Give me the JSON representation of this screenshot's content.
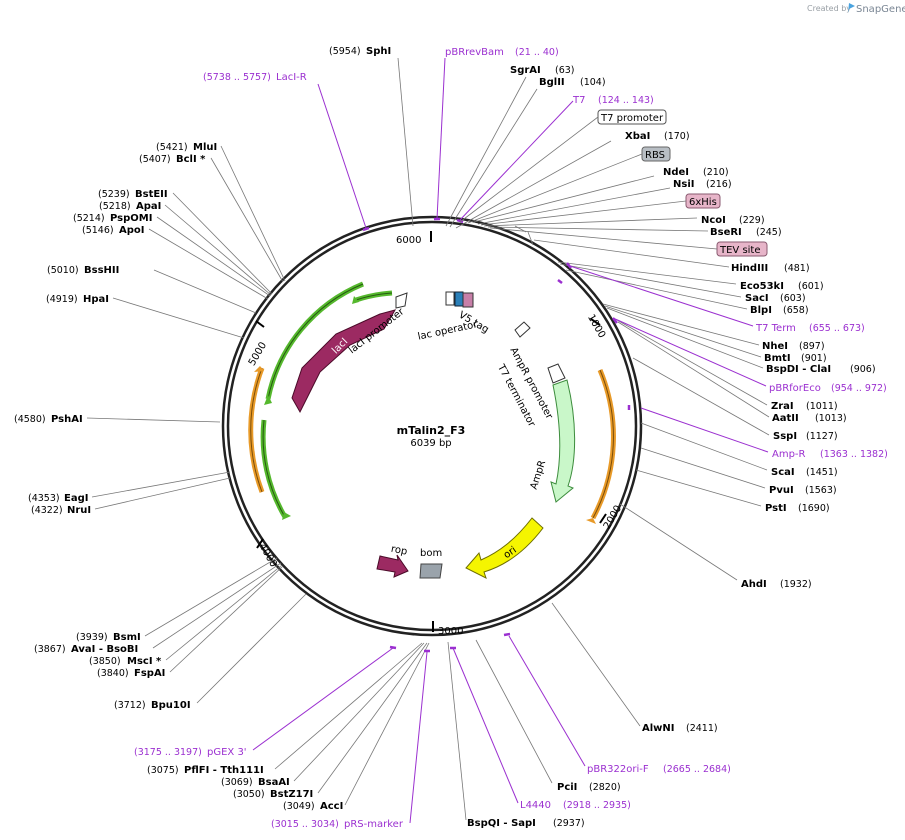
{
  "credit": {
    "prefix": "Created by",
    "brand": "SnapGene"
  },
  "plasmid": {
    "name": "mTalin2_F3",
    "length_label": "6039 bp",
    "length": 6039
  },
  "ticks": [
    "1000",
    "2000",
    "3000",
    "4000",
    "5000",
    "6000"
  ],
  "sites": [
    {
      "name": "SphI",
      "pos": "(5954)"
    },
    {
      "name": "SgrAI",
      "pos": "(63)"
    },
    {
      "name": "BglII",
      "pos": "(104)"
    },
    {
      "name": "XbaI",
      "pos": "(170)"
    },
    {
      "name": "NdeI",
      "pos": "(210)"
    },
    {
      "name": "NsiI",
      "pos": "(216)"
    },
    {
      "name": "NcoI",
      "pos": "(229)"
    },
    {
      "name": "BseRI",
      "pos": "(245)"
    },
    {
      "name": "HindIII",
      "pos": "(481)"
    },
    {
      "name": "Eco53kI",
      "pos": "(601)"
    },
    {
      "name": "SacI",
      "pos": "(603)"
    },
    {
      "name": "BlpI",
      "pos": "(658)"
    },
    {
      "name": "NheI",
      "pos": "(897)"
    },
    {
      "name": "BmtI",
      "pos": "(901)"
    },
    {
      "name": "BspDI - ClaI",
      "pos": "(906)"
    },
    {
      "name": "ZraI",
      "pos": "(1011)"
    },
    {
      "name": "AatII",
      "pos": "(1013)"
    },
    {
      "name": "SspI",
      "pos": "(1127)"
    },
    {
      "name": "ScaI",
      "pos": "(1451)"
    },
    {
      "name": "PvuI",
      "pos": "(1563)"
    },
    {
      "name": "PstI",
      "pos": "(1690)"
    },
    {
      "name": "AhdI",
      "pos": "(1932)"
    },
    {
      "name": "AlwNI",
      "pos": "(2411)"
    },
    {
      "name": "PciI",
      "pos": "(2820)"
    },
    {
      "name": "BspQI - SapI",
      "pos": "(2937)"
    },
    {
      "name": "AccI",
      "pos": "(3049)"
    },
    {
      "name": "BstZ17I",
      "pos": "(3050)"
    },
    {
      "name": "BsaAI",
      "pos": "(3069)"
    },
    {
      "name": "PflFI - Tth111I",
      "pos": "(3075)"
    },
    {
      "name": "Bpu10I",
      "pos": "(3712)"
    },
    {
      "name": "FspAI",
      "pos": "(3840)"
    },
    {
      "name": "MscI *",
      "pos": "(3850)"
    },
    {
      "name": "AvaI - BsoBI",
      "pos": "(3867)"
    },
    {
      "name": "BsmI",
      "pos": "(3939)"
    },
    {
      "name": "NruI",
      "pos": "(4322)"
    },
    {
      "name": "EagI",
      "pos": "(4353)"
    },
    {
      "name": "PshAI",
      "pos": "(4580)"
    },
    {
      "name": "HpaI",
      "pos": "(4919)"
    },
    {
      "name": "BssHII",
      "pos": "(5010)"
    },
    {
      "name": "ApoI",
      "pos": "(5146)"
    },
    {
      "name": "PspOMI",
      "pos": "(5214)"
    },
    {
      "name": "ApaI",
      "pos": "(5218)"
    },
    {
      "name": "BstEII",
      "pos": "(5239)"
    },
    {
      "name": "BclI *",
      "pos": "(5407)"
    },
    {
      "name": "MluI",
      "pos": "(5421)"
    }
  ],
  "primers": [
    {
      "name": "pBRrevBam",
      "pos": "(21 .. 40)"
    },
    {
      "name": "T7",
      "pos": "(124 .. 143)"
    },
    {
      "name": "T7 Term",
      "pos": "(655 .. 673)"
    },
    {
      "name": "pBRforEco",
      "pos": "(954 .. 972)"
    },
    {
      "name": "Amp-R",
      "pos": "(1363 .. 1382)"
    },
    {
      "name": "pBR322ori-F",
      "pos": "(2665 .. 2684)"
    },
    {
      "name": "L4440",
      "pos": "(2918 .. 2935)"
    },
    {
      "name": "pRS-marker",
      "pos": "(3015 .. 3034)"
    },
    {
      "name": "pGEX 3'",
      "pos": "(3175 .. 3197)"
    },
    {
      "name": "LacI-R",
      "pos": "(5738 .. 5757)"
    }
  ],
  "boxes": [
    {
      "name": "T7 promoter",
      "kind": "plain"
    },
    {
      "name": "RBS",
      "kind": "gray"
    },
    {
      "name": "6xHis",
      "kind": "pink"
    },
    {
      "name": "TEV site",
      "kind": "pink"
    }
  ],
  "features": [
    {
      "name": "lacI",
      "color": "#9c2a62"
    },
    {
      "name": "lacI promoter",
      "color": "#ffffff"
    },
    {
      "name": "lac operator",
      "color": "#2a7fb8"
    },
    {
      "name": "V5 tag",
      "color": "#c77fa8"
    },
    {
      "name": "AmpR promoter",
      "color": "#ffffff"
    },
    {
      "name": "T7 terminator",
      "color": "#ffffff"
    },
    {
      "name": "AmpR",
      "color": "#c9f7c9"
    },
    {
      "name": "ori",
      "color": "#f5f500"
    },
    {
      "name": "rop",
      "color": "#9c2a62"
    },
    {
      "name": "bom",
      "color": "#9aa3ab"
    }
  ],
  "colors": {
    "primer": "#9b30d0",
    "orf_green": "#55b82d",
    "orf_orange": "#e89a28",
    "ring": "#222222"
  }
}
